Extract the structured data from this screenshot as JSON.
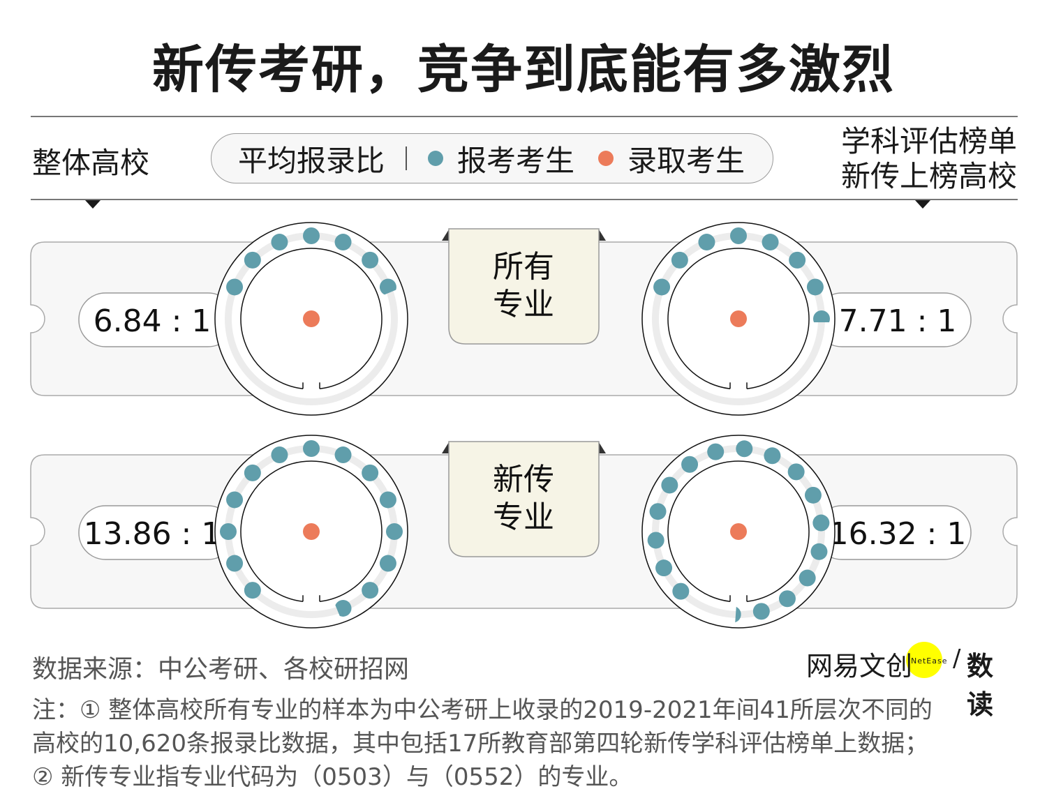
{
  "title": "新传考研，竞争到底能有多激烈",
  "header": {
    "left_label": "整体高校",
    "right_label_line1": "学科评估榜单",
    "right_label_line2": "新传上榜高校"
  },
  "legend": {
    "metric": "平均报录比",
    "applicants": "报考考生",
    "admitted": "录取考生"
  },
  "colors": {
    "applicants": "#609eab",
    "admitted": "#ec7b5a",
    "tag_bg": "#f6f4e6",
    "panel_bg": "#f7f7f7"
  },
  "chart_data": {
    "type": "dot-ring",
    "unit": "applicants per admitted student",
    "rows": [
      {
        "category_line1": "所有",
        "category_line2": "专业",
        "overall": 6.84,
        "overall_label": "6.84 : 1",
        "ranked": 7.71,
        "ranked_label": "7.71 : 1"
      },
      {
        "category_line1": "新传",
        "category_line2": "专业",
        "overall": 13.86,
        "overall_label": "13.86 : 1",
        "ranked": 16.32,
        "ranked_label": "16.32 : 1"
      }
    ]
  },
  "footer": {
    "source": "数据来源：中公考研、各校研招网",
    "note1": "注：① 整体高校所有专业的样本为中公考研上收录的2019-2021年间41所层次不同的",
    "note2": "高校的10,620条报录比数据，其中包括17所教育部第四轮新传学科评估榜单上数据；",
    "note3": "② 新传专业指专业代码为（0503）与（0552）的专业。",
    "logo_text": "网易文创",
    "logo_en": "NetEase",
    "logo_sub": "数读"
  }
}
